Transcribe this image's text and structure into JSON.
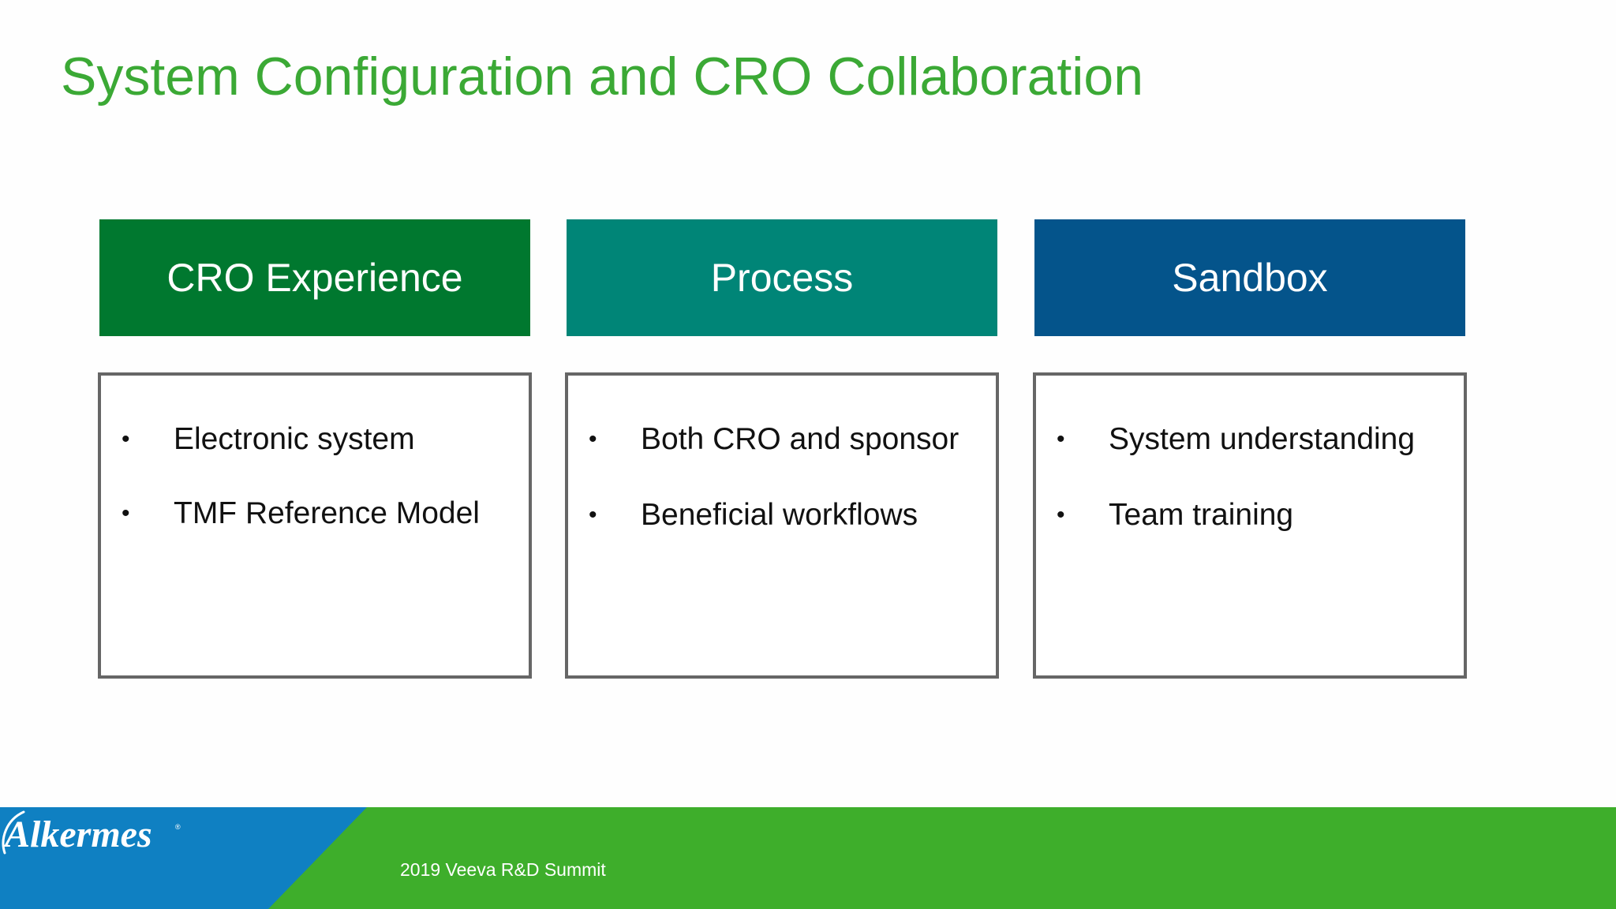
{
  "slide": {
    "title": "System Configuration and CRO Collaboration",
    "columns": [
      {
        "header": "CRO Experience",
        "color": "#00782f",
        "bullets": [
          "Electronic system",
          "TMF Reference Model"
        ]
      },
      {
        "header": "Process",
        "color": "#008577",
        "bullets": [
          "Both CRO and sponsor",
          "Beneficial workflows"
        ]
      },
      {
        "header": "Sandbox",
        "color": "#04548b",
        "bullets": [
          "System understanding",
          "Team training"
        ]
      }
    ],
    "bullet_glyph": "•"
  },
  "footer": {
    "logo_text": "Alkermes",
    "event": "2019 Veeva R&D Summit",
    "colors": {
      "blue": "#0f80c2",
      "green": "#3eae2b"
    }
  }
}
